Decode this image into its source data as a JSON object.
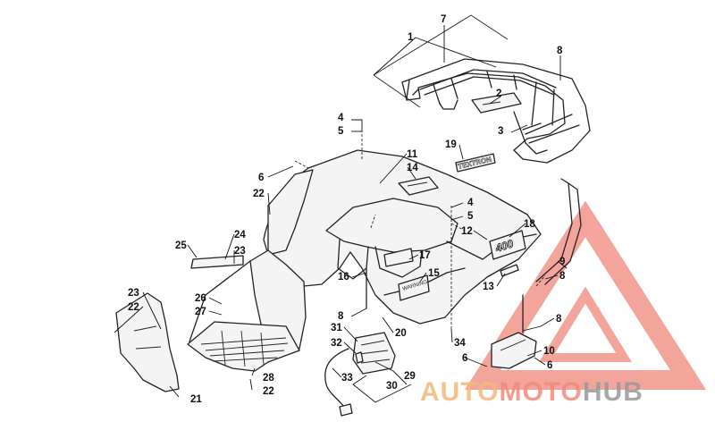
{
  "callouts": [
    {
      "id": "c1",
      "label": "1"
    },
    {
      "id": "c7",
      "label": "7"
    },
    {
      "id": "c8a",
      "label": "8"
    },
    {
      "id": "c2",
      "label": "2"
    },
    {
      "id": "c3",
      "label": "3"
    },
    {
      "id": "c4a",
      "label": "4"
    },
    {
      "id": "c5a",
      "label": "5"
    },
    {
      "id": "c19",
      "label": "19"
    },
    {
      "id": "c11",
      "label": "11"
    },
    {
      "id": "c14",
      "label": "14"
    },
    {
      "id": "c6a",
      "label": "6"
    },
    {
      "id": "c22a",
      "label": "22"
    },
    {
      "id": "c4b",
      "label": "4"
    },
    {
      "id": "c5b",
      "label": "5"
    },
    {
      "id": "c18",
      "label": "18"
    },
    {
      "id": "c12",
      "label": "12"
    },
    {
      "id": "c24",
      "label": "24"
    },
    {
      "id": "c25",
      "label": "25"
    },
    {
      "id": "c23a",
      "label": "23"
    },
    {
      "id": "c17",
      "label": "17"
    },
    {
      "id": "c9",
      "label": "9"
    },
    {
      "id": "c8b",
      "label": "8"
    },
    {
      "id": "c16",
      "label": "16"
    },
    {
      "id": "c15",
      "label": "15"
    },
    {
      "id": "c13",
      "label": "13"
    },
    {
      "id": "c23b",
      "label": "23"
    },
    {
      "id": "c26",
      "label": "26"
    },
    {
      "id": "c22b",
      "label": "22"
    },
    {
      "id": "c27",
      "label": "27"
    },
    {
      "id": "c8c",
      "label": "8"
    },
    {
      "id": "c8d",
      "label": "8"
    },
    {
      "id": "c31",
      "label": "31"
    },
    {
      "id": "c20",
      "label": "20"
    },
    {
      "id": "c32",
      "label": "32"
    },
    {
      "id": "c34",
      "label": "34"
    },
    {
      "id": "c10",
      "label": "10"
    },
    {
      "id": "c6b",
      "label": "6"
    },
    {
      "id": "c6c",
      "label": "6"
    },
    {
      "id": "c29",
      "label": "29"
    },
    {
      "id": "c33",
      "label": "33"
    },
    {
      "id": "c28",
      "label": "28"
    },
    {
      "id": "c22c",
      "label": "22"
    },
    {
      "id": "c30",
      "label": "30"
    },
    {
      "id": "c21",
      "label": "21"
    }
  ],
  "decals": {
    "rack_logo": "TEXTRON",
    "model_number": "400"
  },
  "watermark": {
    "brand_part1": "AUTO",
    "brand_part2": "MOTO",
    "brand_part3": "HUB",
    "color_primary": "#f08a7e",
    "color_secondary": "#f3b87a",
    "color_dark": "#9a9a9a"
  }
}
